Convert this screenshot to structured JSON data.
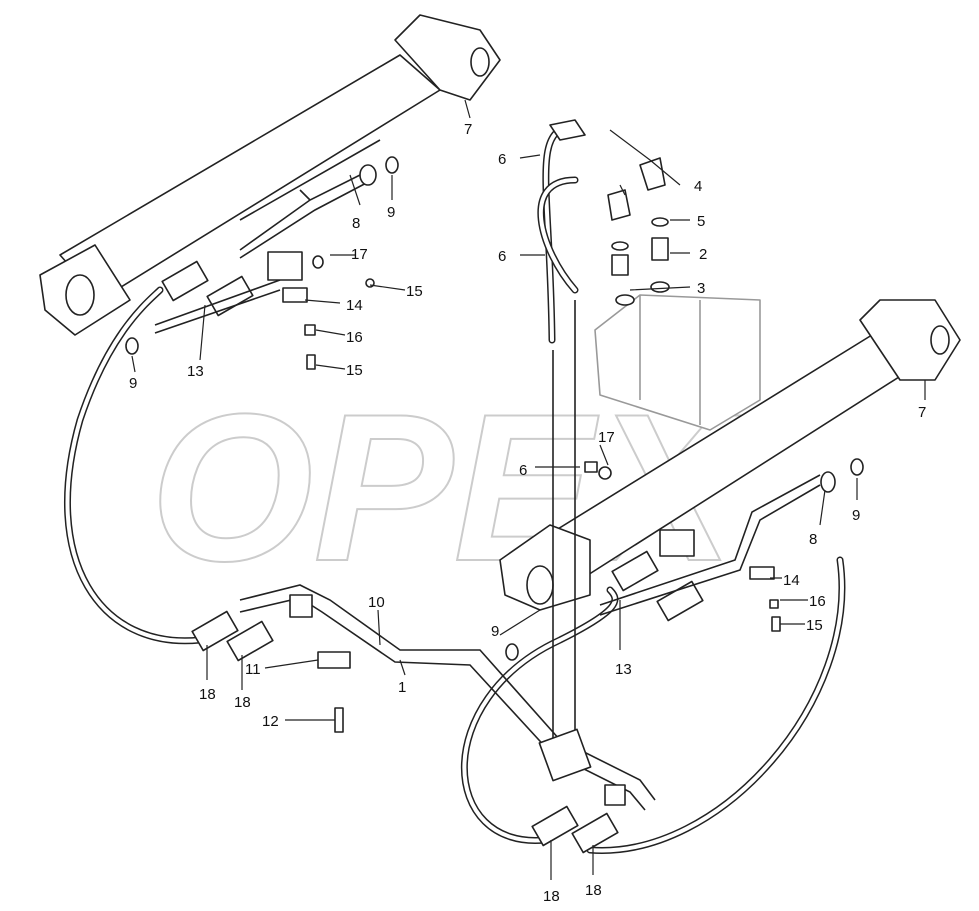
{
  "watermark": "OPEX",
  "callouts": [
    "7",
    "6",
    "4",
    "8",
    "9",
    "5",
    "17",
    "6",
    "2",
    "15",
    "3",
    "14",
    "16",
    "9",
    "13",
    "15",
    "7",
    "17",
    "6",
    "9",
    "8",
    "10",
    "14",
    "16",
    "9",
    "15",
    "13",
    "11",
    "1",
    "18",
    "18",
    "12",
    "18",
    "18"
  ]
}
